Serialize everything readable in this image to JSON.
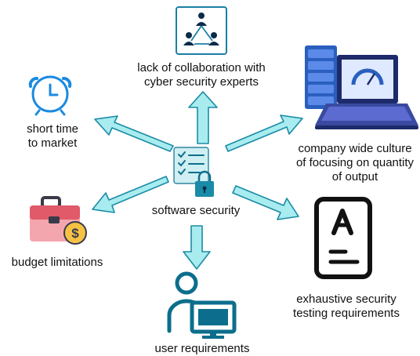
{
  "center": {
    "label": "software security",
    "icon": "checklist-lock-icon"
  },
  "factors": [
    {
      "id": "collaboration",
      "icon": "team-network-icon",
      "lines": [
        "lack of collaboration with",
        "cyber security experts"
      ]
    },
    {
      "id": "time",
      "icon": "alarm-clock-icon",
      "lines": [
        "short time",
        "to market"
      ]
    },
    {
      "id": "culture",
      "icon": "server-laptop-icon",
      "lines": [
        "company wide culture",
        "of focusing on quantity",
        "of output"
      ]
    },
    {
      "id": "budget",
      "icon": "briefcase-money-icon",
      "lines": [
        "budget limitations"
      ]
    },
    {
      "id": "testing",
      "icon": "document-grade-icon",
      "lines": [
        "exhaustive security",
        "testing requirements"
      ]
    },
    {
      "id": "user",
      "icon": "user-computer-icon",
      "lines": [
        "user requirements"
      ]
    }
  ],
  "colors": {
    "arrow_fill": "#a8ecef",
    "arrow_stroke": "#1a8ba6",
    "icon_blue": "#1a7fa6",
    "icon_dark": "#0c2a4a"
  }
}
